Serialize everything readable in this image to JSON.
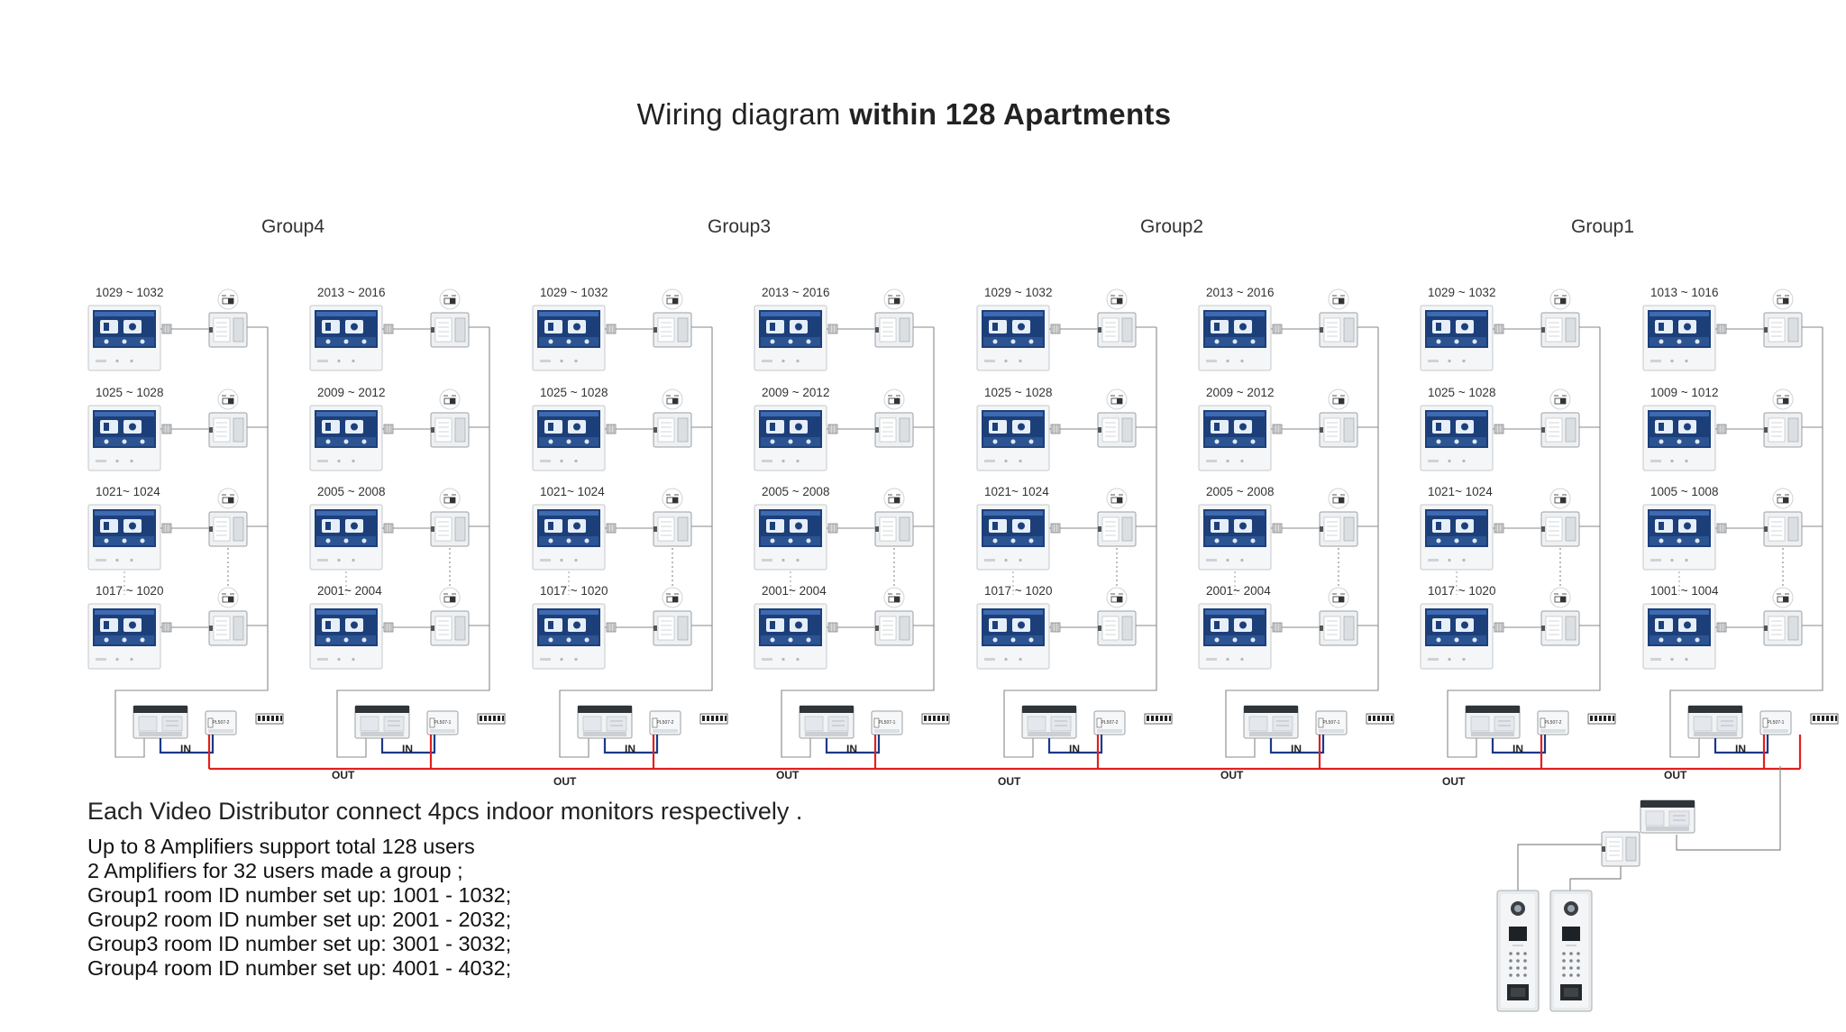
{
  "title": {
    "regular": "Wiring diagram ",
    "bold": "within 128 Apartments"
  },
  "groups": [
    "Group4",
    "Group3",
    "Group2",
    "Group1"
  ],
  "columns": [
    [
      "1029 ~ 1032",
      "1025 ~ 1028",
      "1021~ 1024",
      "1017 ~ 1020"
    ],
    [
      "2013 ~ 2016",
      "2009 ~ 2012",
      "2005 ~ 2008",
      "2001~ 2004"
    ],
    [
      "1029 ~ 1032",
      "1025 ~ 1028",
      "1021~ 1024",
      "1017 ~ 1020"
    ],
    [
      "2013 ~ 2016",
      "2009 ~ 2012",
      "2005 ~ 2008",
      "2001~ 2004"
    ],
    [
      "1029 ~ 1032",
      "1025 ~ 1028",
      "1021~ 1024",
      "1017 ~ 1020"
    ],
    [
      "2013 ~ 2016",
      "2009 ~ 2012",
      "2005 ~ 2008",
      "2001~ 2004"
    ],
    [
      "1029 ~ 1032",
      "1025 ~ 1028",
      "1021~ 1024",
      "1017 ~ 1020"
    ],
    [
      "1013 ~ 1016",
      "1009 ~ 1012",
      "1005 ~ 1008",
      "1001 ~ 1004"
    ]
  ],
  "port_labels": {
    "in": "IN",
    "out": "OUT"
  },
  "switch_label": "OFF ON",
  "amplifier_labels": [
    "PL507-2",
    "PL507-1"
  ],
  "notes": {
    "main": "Each Video Distributor connect 4pcs indoor monitors respectively .",
    "lines": [
      "Up to 8 Amplifiers support total 128 users",
      "2 Amplifiers for 32 users made a group ;",
      "Group1 room ID number set up: 1001 - 1032;",
      "Group2 room ID number set up: 2001 - 2032;",
      "Group3 room ID number set up: 3001 - 3032;",
      "Group4 room ID number set up: 4001 - 4032;"
    ]
  },
  "colors": {
    "bus_wire": "#e02020",
    "in_wire": "#1a3a8a",
    "screen": "#1c3f7a",
    "wire": "#888888"
  }
}
